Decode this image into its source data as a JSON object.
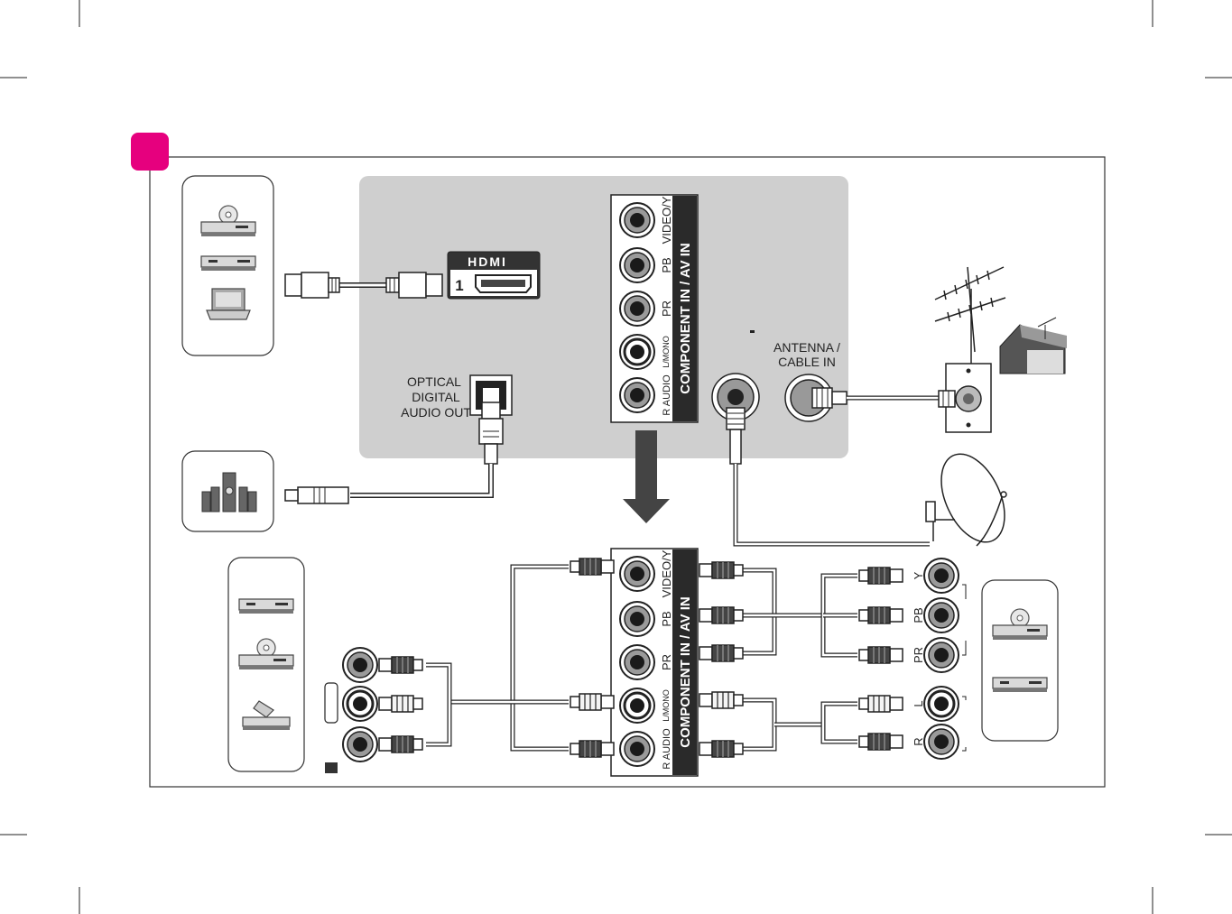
{
  "colors": {
    "accent": "#e6007e",
    "panel": "#cfcfcf"
  },
  "hdmi": {
    "logo": "HDMI",
    "port_number": "1"
  },
  "optical": {
    "line1": "OPTICAL",
    "line2": "DIGITAL",
    "line3": "AUDIO OUT"
  },
  "antenna": {
    "line1": "ANTENNA /",
    "line2": "CABLE IN"
  },
  "component_panel": {
    "title": "COMPONENT IN / AV  IN",
    "labels": {
      "video": "VIDEO/Y",
      "pb": "PB",
      "pr": "PR",
      "l_mono": "L/MONO",
      "r_audio": "R AUDIO"
    }
  },
  "source_jacks": {
    "y": "Y",
    "pb": "PB",
    "pr": "PR",
    "l": "L",
    "r": "R"
  },
  "device_icons": {
    "hdmi_sources": [
      "dvd-player-icon",
      "set-top-box-icon",
      "laptop-icon"
    ],
    "audio_system": "home-theater-icon",
    "av_sources": [
      "vcr-icon",
      "dvd-player-icon",
      "game-console-icon"
    ],
    "component_sources": [
      "dvd-player-icon",
      "set-top-box-icon"
    ],
    "antenna": "antenna-icon",
    "house": "house-icon",
    "satellite": "satellite-dish-icon",
    "wall_jack": "wall-outlet-icon"
  }
}
